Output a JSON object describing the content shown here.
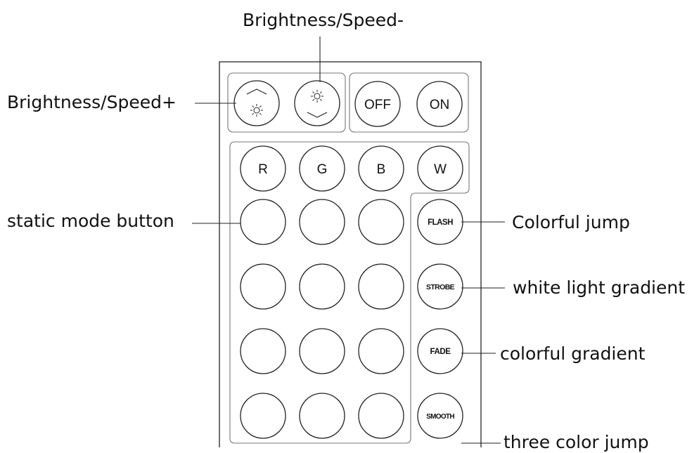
{
  "callouts": {
    "brightness_minus": "Brightness/Speed-",
    "brightness_plus": "Brightness/Speed+",
    "static_mode": "static mode button",
    "colorful_jump": "Colorful jump",
    "white_light_gradient": "white light gradient",
    "colorful_gradient": "colorful gradient",
    "three_color_jump": "three color jump"
  },
  "remote": {
    "power_buttons": [
      "OFF",
      "ON"
    ],
    "color_buttons": [
      "R",
      "G",
      "B",
      "W"
    ],
    "effect_buttons": [
      "FLASH",
      "STROBE",
      "FADE",
      "SMOOTH"
    ],
    "static_button_rows": 4,
    "static_button_columns": 3
  }
}
